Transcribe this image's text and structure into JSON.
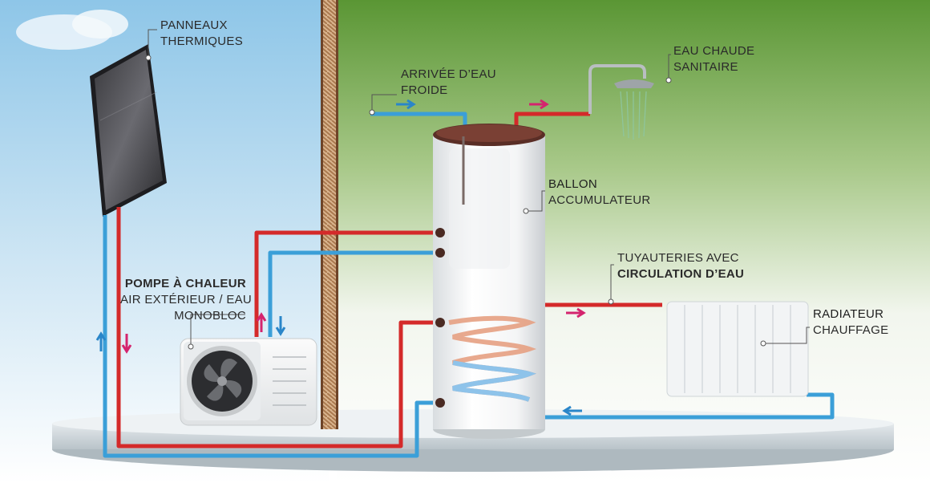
{
  "labels": {
    "panneaux": {
      "line1": "PANNEAUX",
      "line2": "THERMIQUES"
    },
    "arrivee": {
      "line1": "ARRIVÉE D’EAU",
      "line2": "FROIDE"
    },
    "eau_chaude": {
      "line1": "EAU CHAUDE",
      "line2": "SANITAIRE"
    },
    "ballon": {
      "line1": "BALLON",
      "line2": "ACCUMULATEUR"
    },
    "tuyauteries": {
      "line1": "TUYAUTERIES AVEC",
      "line2": "CIRCULATION D’EAU"
    },
    "pompe": {
      "line1": "POMPE À CHALEUR",
      "line2": "AIR EXTÉRIEUR / EAU",
      "line3": "MONOBLOC"
    },
    "radiateur": {
      "line1": "RADIATEUR",
      "line2": "CHAUFFAGE"
    }
  },
  "colors": {
    "hot_pipe": "#d42a2a",
    "cold_pipe": "#3b9fd8",
    "flow_arrow_hot": "#d4246e",
    "flow_arrow_cold": "#2a86c9",
    "sky": "#a9d3ec",
    "grass": "#5f9a3a",
    "wall": "#8a5a3a"
  },
  "icons": [
    "solar-panel-icon",
    "heat-pump-icon",
    "fan-icon",
    "storage-tank-icon",
    "shower-head-icon",
    "radiator-icon",
    "flow-arrow-icon"
  ]
}
